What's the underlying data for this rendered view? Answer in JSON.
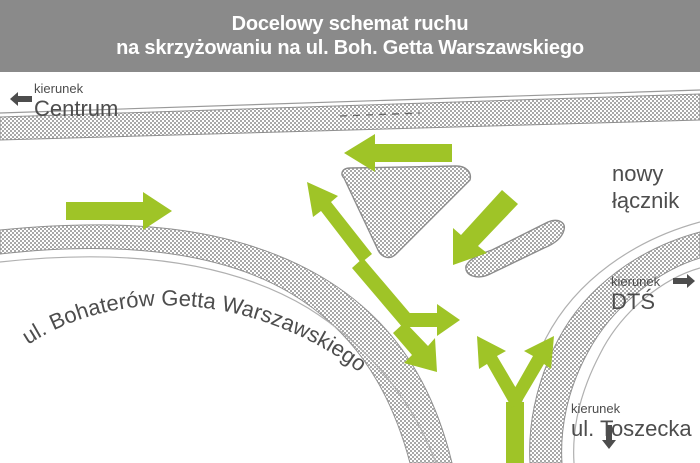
{
  "header": {
    "title_line_1": "Docelowy schemat ruchu",
    "title_line_2": "na skrzyżowaniu na ul. Boh. Getta Warszawskiego",
    "background_color": "#8a8a8a",
    "text_color": "#ffffff"
  },
  "map": {
    "accent_green": "#9fc427",
    "road_hatch_color": "#9a9a9a",
    "road_outline_color": "#8c8c8c",
    "label_color": "#4d4d4d",
    "background_color": "#ffffff"
  },
  "labels": {
    "centrum": {
      "kicker": "kierunek",
      "name": "Centrum",
      "arrow": "arrow-left-icon"
    },
    "nowy_lacznik": {
      "line_1": "nowy",
      "line_2": "łącznik"
    },
    "dts": {
      "kicker": "kierunek",
      "name": "DTŚ",
      "arrow": "arrow-right-icon"
    },
    "toszecka": {
      "kicker": "kierunek",
      "name": "ul. Toszecka",
      "arrow": "arrow-down-icon"
    },
    "main_street": {
      "name": "ul. Bohaterów Getta Warszawskiego"
    }
  },
  "traffic_arrows": [
    {
      "id": "arrow-west-outbound",
      "direction": "east",
      "description": "green arrow pointing east on the western approach of ul. Bohaterów Getta Warszawskiego"
    },
    {
      "id": "arrow-north-westbound",
      "direction": "west",
      "description": "green arrow pointing west along the northern road toward Centrum"
    },
    {
      "id": "arrow-island-northwest",
      "direction": "northwest",
      "description": "green arrow pointing north-west past the triangular island"
    },
    {
      "id": "arrow-island-southeast",
      "direction": "south",
      "description": "green arrow turning down from the triangular island apex"
    },
    {
      "id": "arrow-split-southeast",
      "direction": "east-and-southeast",
      "description": "green arrow splitting toward east and south-east"
    },
    {
      "id": "arrow-fork-north",
      "direction": "northwest-and-northeast",
      "description": "green Y-fork arrow from ul. Toszecka splitting north-west and north-east"
    }
  ],
  "islands": [
    {
      "id": "island-triangle",
      "shape": "triangle",
      "description": "large hatched triangular traffic island at the centre of the junction"
    },
    {
      "id": "island-capsule",
      "shape": "capsule",
      "description": "small elongated hatched traffic island east of the triangle"
    }
  ]
}
